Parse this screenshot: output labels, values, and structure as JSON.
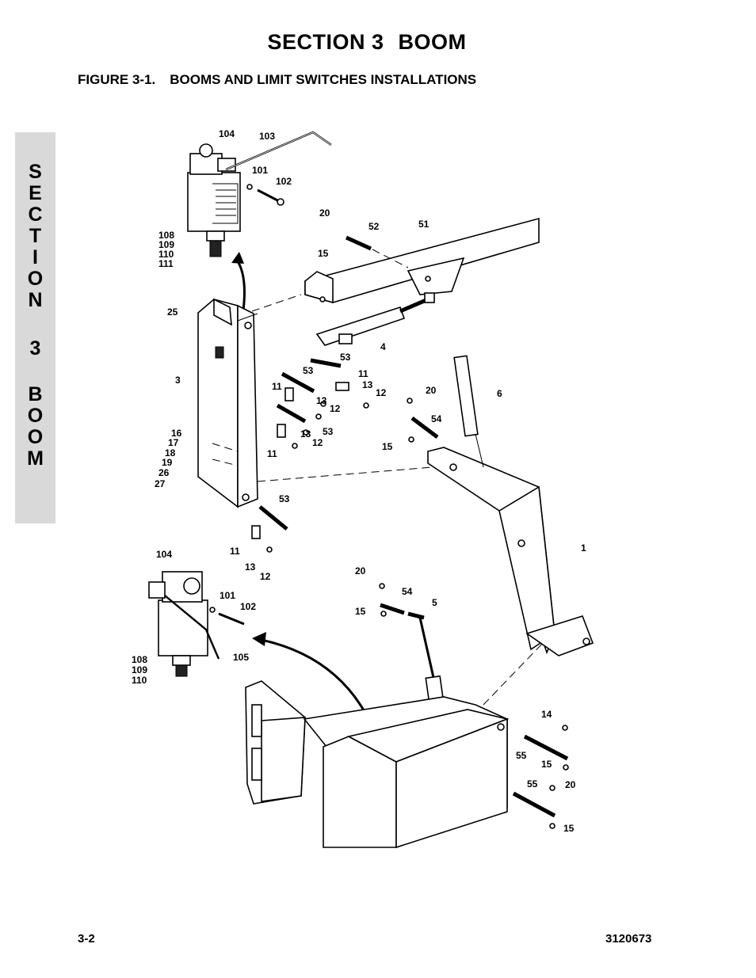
{
  "header": {
    "section_word": "SECTION 3",
    "section_name": "BOOM",
    "figure_number": "FIGURE 3-1.",
    "figure_title": "BOOMS AND LIMIT SWITCHES INSTALLATIONS"
  },
  "side_tab": {
    "letters": [
      "S",
      "E",
      "C",
      "T",
      "I",
      "O",
      "N",
      "",
      "3",
      "",
      "B",
      "O",
      "O",
      "M"
    ]
  },
  "callouts": {
    "c104a": "104",
    "c103": "103",
    "c101a": "101",
    "c102a": "102",
    "c108a": "108",
    "c109a": "109",
    "c110a": "110",
    "c111": "111",
    "c20a": "20",
    "c52": "52",
    "c51": "51",
    "c15a": "15",
    "c25": "25",
    "c4": "4",
    "c3": "3",
    "c53a": "53",
    "c53b": "53",
    "c11a": "11",
    "c11b": "11",
    "c13a": "13",
    "c12a": "12",
    "c13b": "13",
    "c12b": "12",
    "c53c": "53",
    "c13c": "13",
    "c12c": "12",
    "c11c": "11",
    "c16": "16",
    "c17": "17",
    "c18": "18",
    "c19": "19",
    "c26": "26",
    "c27": "27",
    "c20b": "20",
    "c6": "6",
    "c54a": "54",
    "c15b": "15",
    "c53d": "53",
    "c11d": "11",
    "c13d": "13",
    "c12d": "12",
    "c1": "1",
    "c104b": "104",
    "c101b": "101",
    "c102b": "102",
    "c108b": "108",
    "c109b": "109",
    "c110b": "110",
    "c105": "105",
    "c20c": "20",
    "c54b": "54",
    "c5": "5",
    "c15c": "15",
    "c14": "14",
    "c55a": "55",
    "c15d": "15",
    "c55b": "55",
    "c20d": "20",
    "c15e": "15"
  },
  "footer": {
    "page_number": "3-2",
    "document_number": "3120673"
  }
}
